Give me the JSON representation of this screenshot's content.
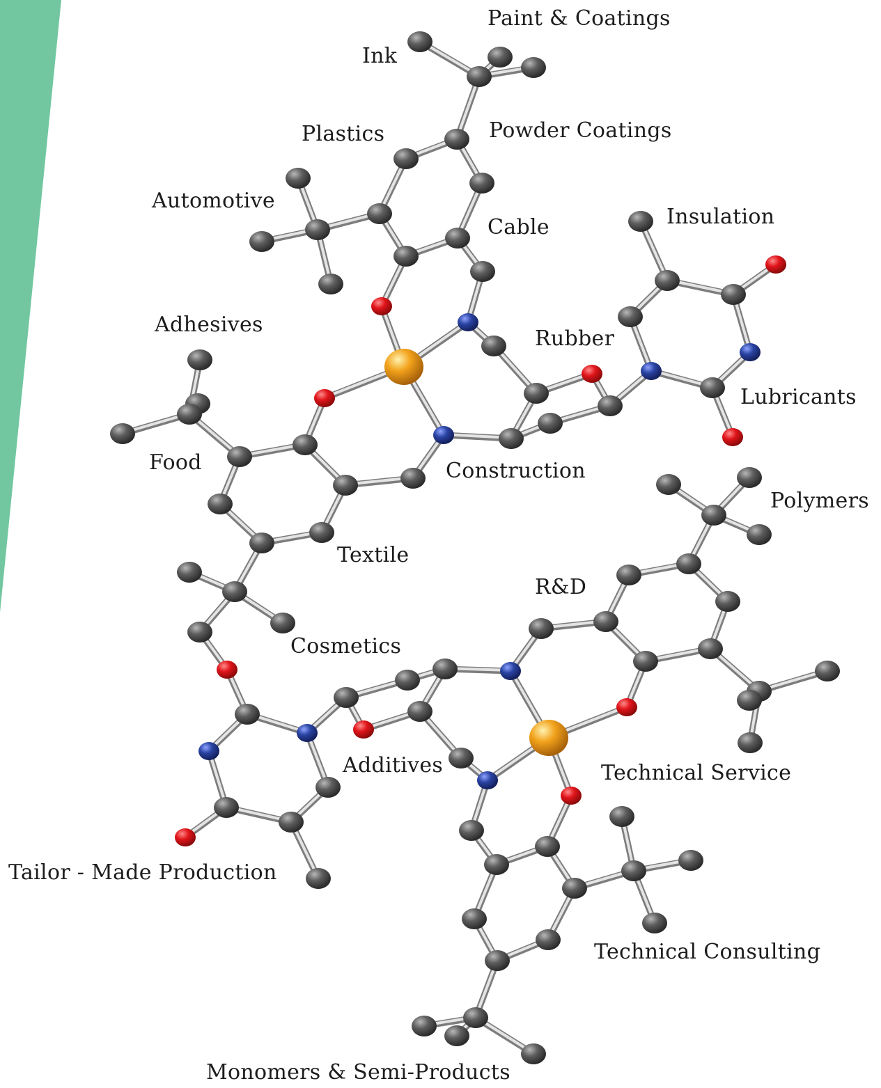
{
  "accent_band_color": "#72c7a1",
  "atom_colors": {
    "carbon": "#5a5a5a",
    "oxygen": "#e0151b",
    "nitrogen": "#2a44a3",
    "metal": "#f2a21b"
  },
  "labels": {
    "paint_coatings": "Paint & Coatings",
    "ink": "Ink",
    "plastics": "Plastics",
    "powder_coatings": "Powder Coatings",
    "automotive": "Automotive",
    "cable": "Cable",
    "insulation": "Insulation",
    "adhesives": "Adhesives",
    "rubber": "Rubber",
    "lubricants": "Lubricants",
    "food": "Food",
    "construction": "Construction",
    "polymers": "Polymers",
    "textile": "Textile",
    "rd": "R&D",
    "cosmetics": "Cosmetics",
    "additives": "Additives",
    "technical_service": "Technical Service",
    "tailor_made_production": "Tailor - Made Production",
    "technical_consulting": "Technical Consulting",
    "monomers_semi_products": "Monomers & Semi-Products"
  }
}
